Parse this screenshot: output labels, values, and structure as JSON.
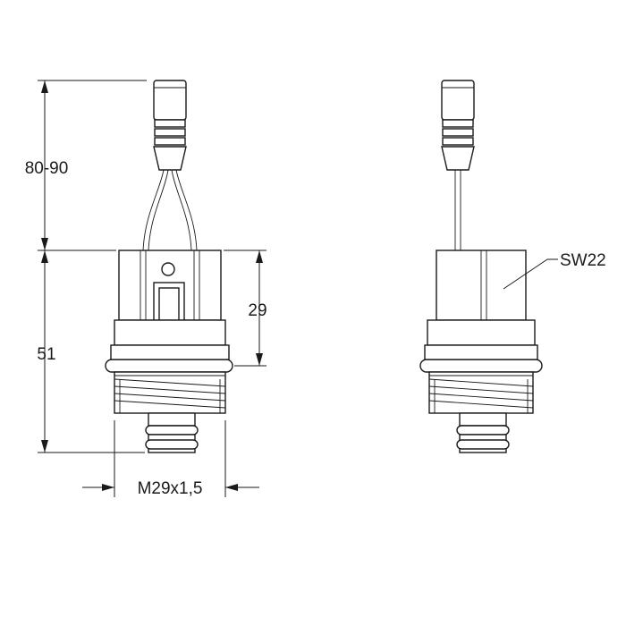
{
  "dimensions": {
    "cable_length": "80-90",
    "body_height": "51",
    "head_height": "29",
    "thread": "M29x1,5",
    "wrench_size": "SW22"
  }
}
